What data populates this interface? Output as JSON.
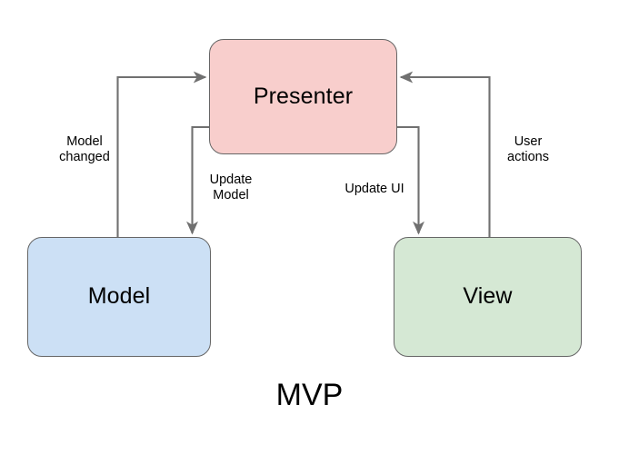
{
  "diagram": {
    "title": "MVP",
    "nodes": [
      {
        "id": "presenter",
        "label": "Presenter",
        "fill": "#f8cecc",
        "stroke": "#666666"
      },
      {
        "id": "model",
        "label": "Model",
        "fill": "#cce0f5",
        "stroke": "#666666"
      },
      {
        "id": "view",
        "label": "View",
        "fill": "#d5e8d4",
        "stroke": "#666666"
      }
    ],
    "edges": [
      {
        "id": "model-changed",
        "from": "model",
        "to": "presenter",
        "label": "Model\nchanged"
      },
      {
        "id": "update-model",
        "from": "presenter",
        "to": "model",
        "label": "Update\nModel"
      },
      {
        "id": "update-ui",
        "from": "presenter",
        "to": "view",
        "label": "Update UI"
      },
      {
        "id": "user-actions",
        "from": "view",
        "to": "presenter",
        "label": "User\nactions"
      }
    ],
    "edge_color": "#707070"
  }
}
